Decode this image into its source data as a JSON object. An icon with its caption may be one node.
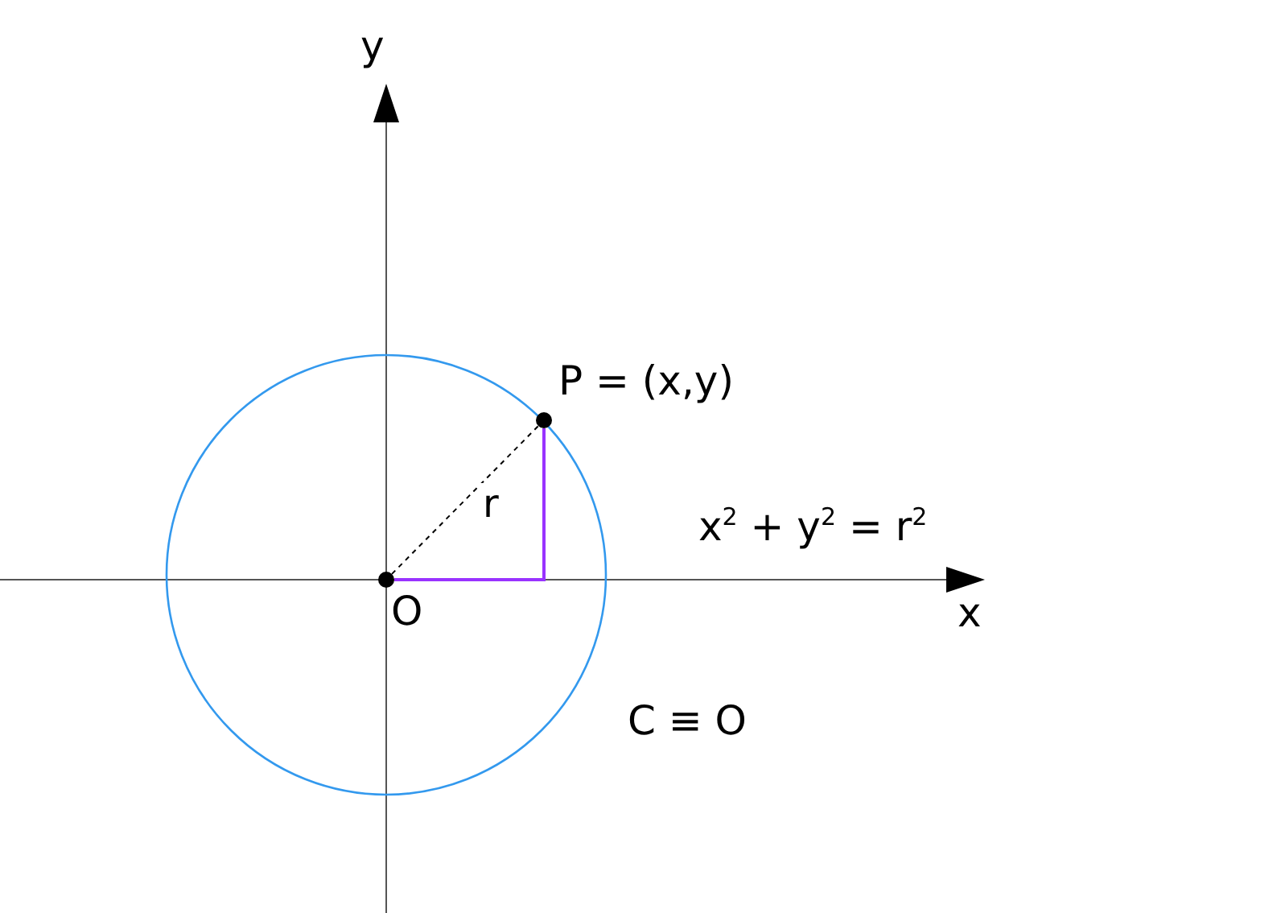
{
  "diagram": {
    "nodes": [
      {
        "text": [],
        "shape": "circle",
        "beside": [
          "O"
        ]
      },
      {
        "text": [],
        "shape": "circle",
        "beside": [
          "P = (x,y)"
        ]
      }
    ],
    "edges": [
      {
        "from": 0,
        "to": 1,
        "arrow": "none",
        "style": "dashed",
        "label": "r"
      }
    ],
    "labels": [
      "y",
      "x",
      "x$^{2}$ + y$^{2}$ = r$^{2}$",
      "C ≡ O"
    ]
  }
}
